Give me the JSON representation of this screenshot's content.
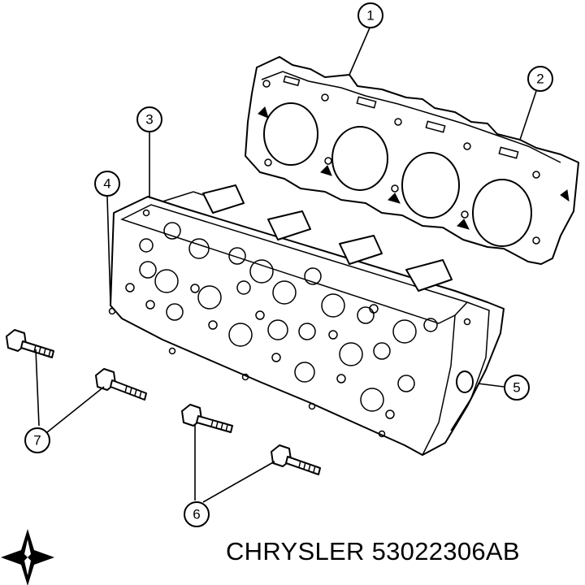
{
  "callouts": {
    "c1": "1",
    "c2": "2",
    "c3": "3",
    "c4": "4",
    "c5": "5",
    "c6": "6",
    "c7": "7"
  },
  "footer": {
    "brand": "CHRYSLER",
    "part_number": "53022306AB"
  }
}
